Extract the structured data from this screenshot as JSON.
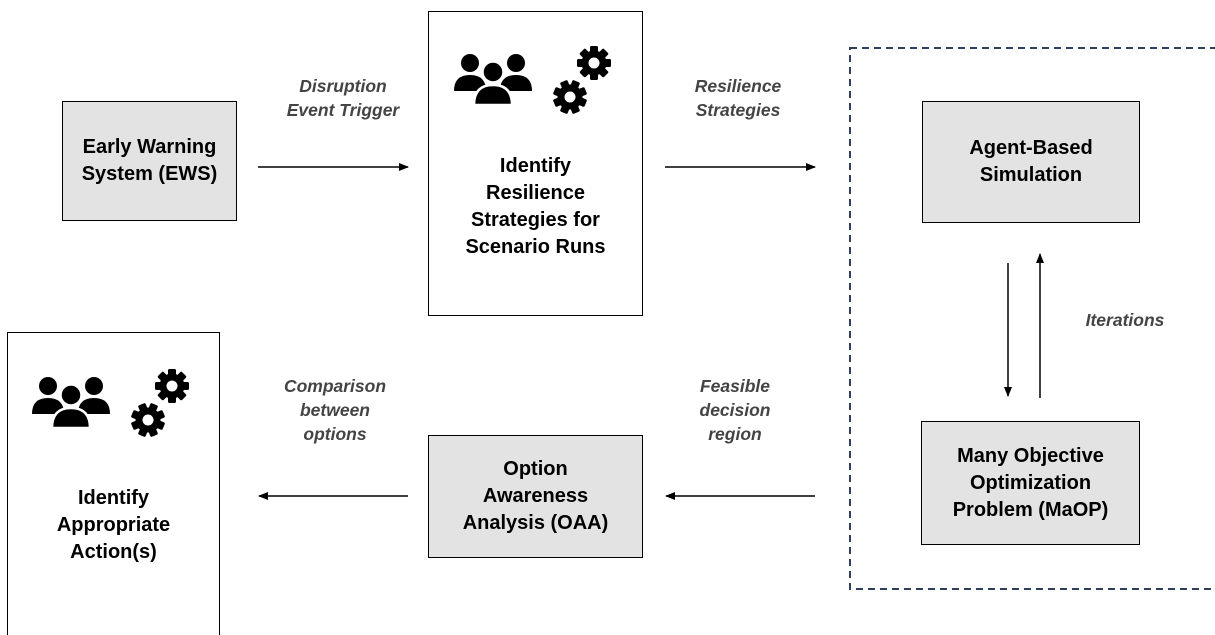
{
  "nodes": {
    "ews": "Early Warning\nSystem (EWS)",
    "identify_strategies": "Identify\nResilience\nStrategies for\nScenario Runs",
    "abs": "Agent-Based\nSimulation",
    "maop": "Many Objective\nOptimization\nProblem (MaOP)",
    "oaa": "Option\nAwareness\nAnalysis (OAA)",
    "identify_action": "Identify\nAppropriate\nAction(s)"
  },
  "edges": {
    "disruption": "Disruption\nEvent Trigger",
    "resilience": "Resilience\nStrategies",
    "iterations": "Iterations",
    "feasible": "Feasible\ndecision\nregion",
    "comparison": "Comparison\nbetween\noptions"
  },
  "icons": [
    "people-icon",
    "gears-icon"
  ],
  "colors": {
    "box_fill": "#e3e3e3",
    "border": "#000000",
    "dashed_border": "#2f3f5c",
    "label_text": "#444444"
  }
}
